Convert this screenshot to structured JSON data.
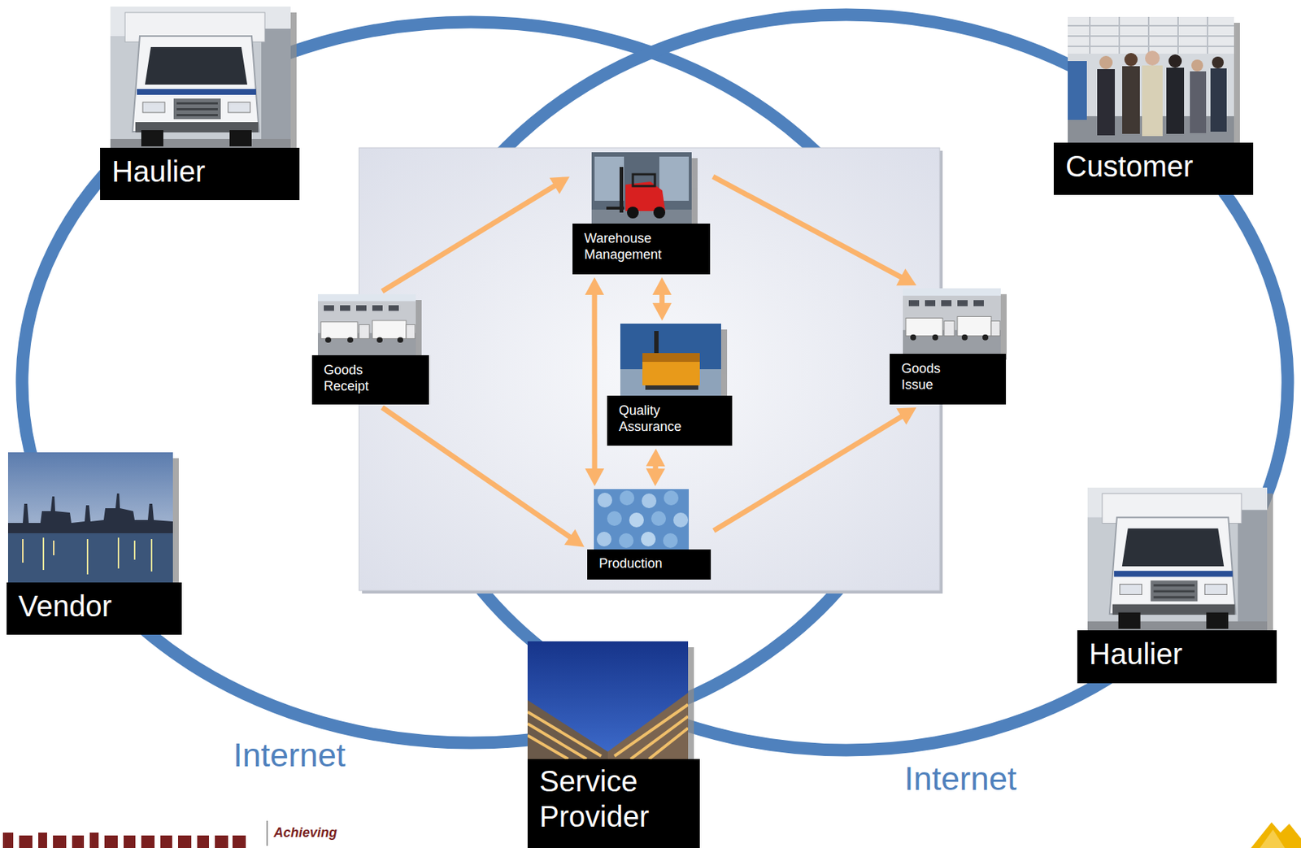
{
  "diagram": {
    "nodes": [
      {
        "text": [
          "Haulier"
        ]
      },
      {
        "text": [
          "Customer"
        ]
      },
      {
        "text": [
          "Warehouse Management"
        ]
      },
      {
        "text": [
          "Goods Receipt"
        ]
      },
      {
        "text": [
          "Goods Issue"
        ]
      },
      {
        "text": [
          "Quality Assurance"
        ]
      },
      {
        "text": [
          "Production"
        ]
      },
      {
        "text": [
          "Vendor"
        ]
      },
      {
        "text": [
          "Haulier"
        ]
      },
      {
        "text": [
          "Service Provider"
        ]
      }
    ],
    "edges": [
      {
        "from": 3,
        "to": 2,
        "arrow": "to"
      },
      {
        "from": 3,
        "to": 6,
        "arrow": "to"
      },
      {
        "from": 2,
        "to": 4,
        "arrow": "to"
      },
      {
        "from": 6,
        "to": 4,
        "arrow": "to"
      },
      {
        "from": 2,
        "to": 6,
        "arrow": "both"
      },
      {
        "from": 2,
        "to": 5,
        "arrow": "both"
      },
      {
        "from": 5,
        "to": 6,
        "arrow": "both"
      }
    ],
    "labels": [
      "Internet",
      "Internet",
      "Achieving"
    ]
  }
}
